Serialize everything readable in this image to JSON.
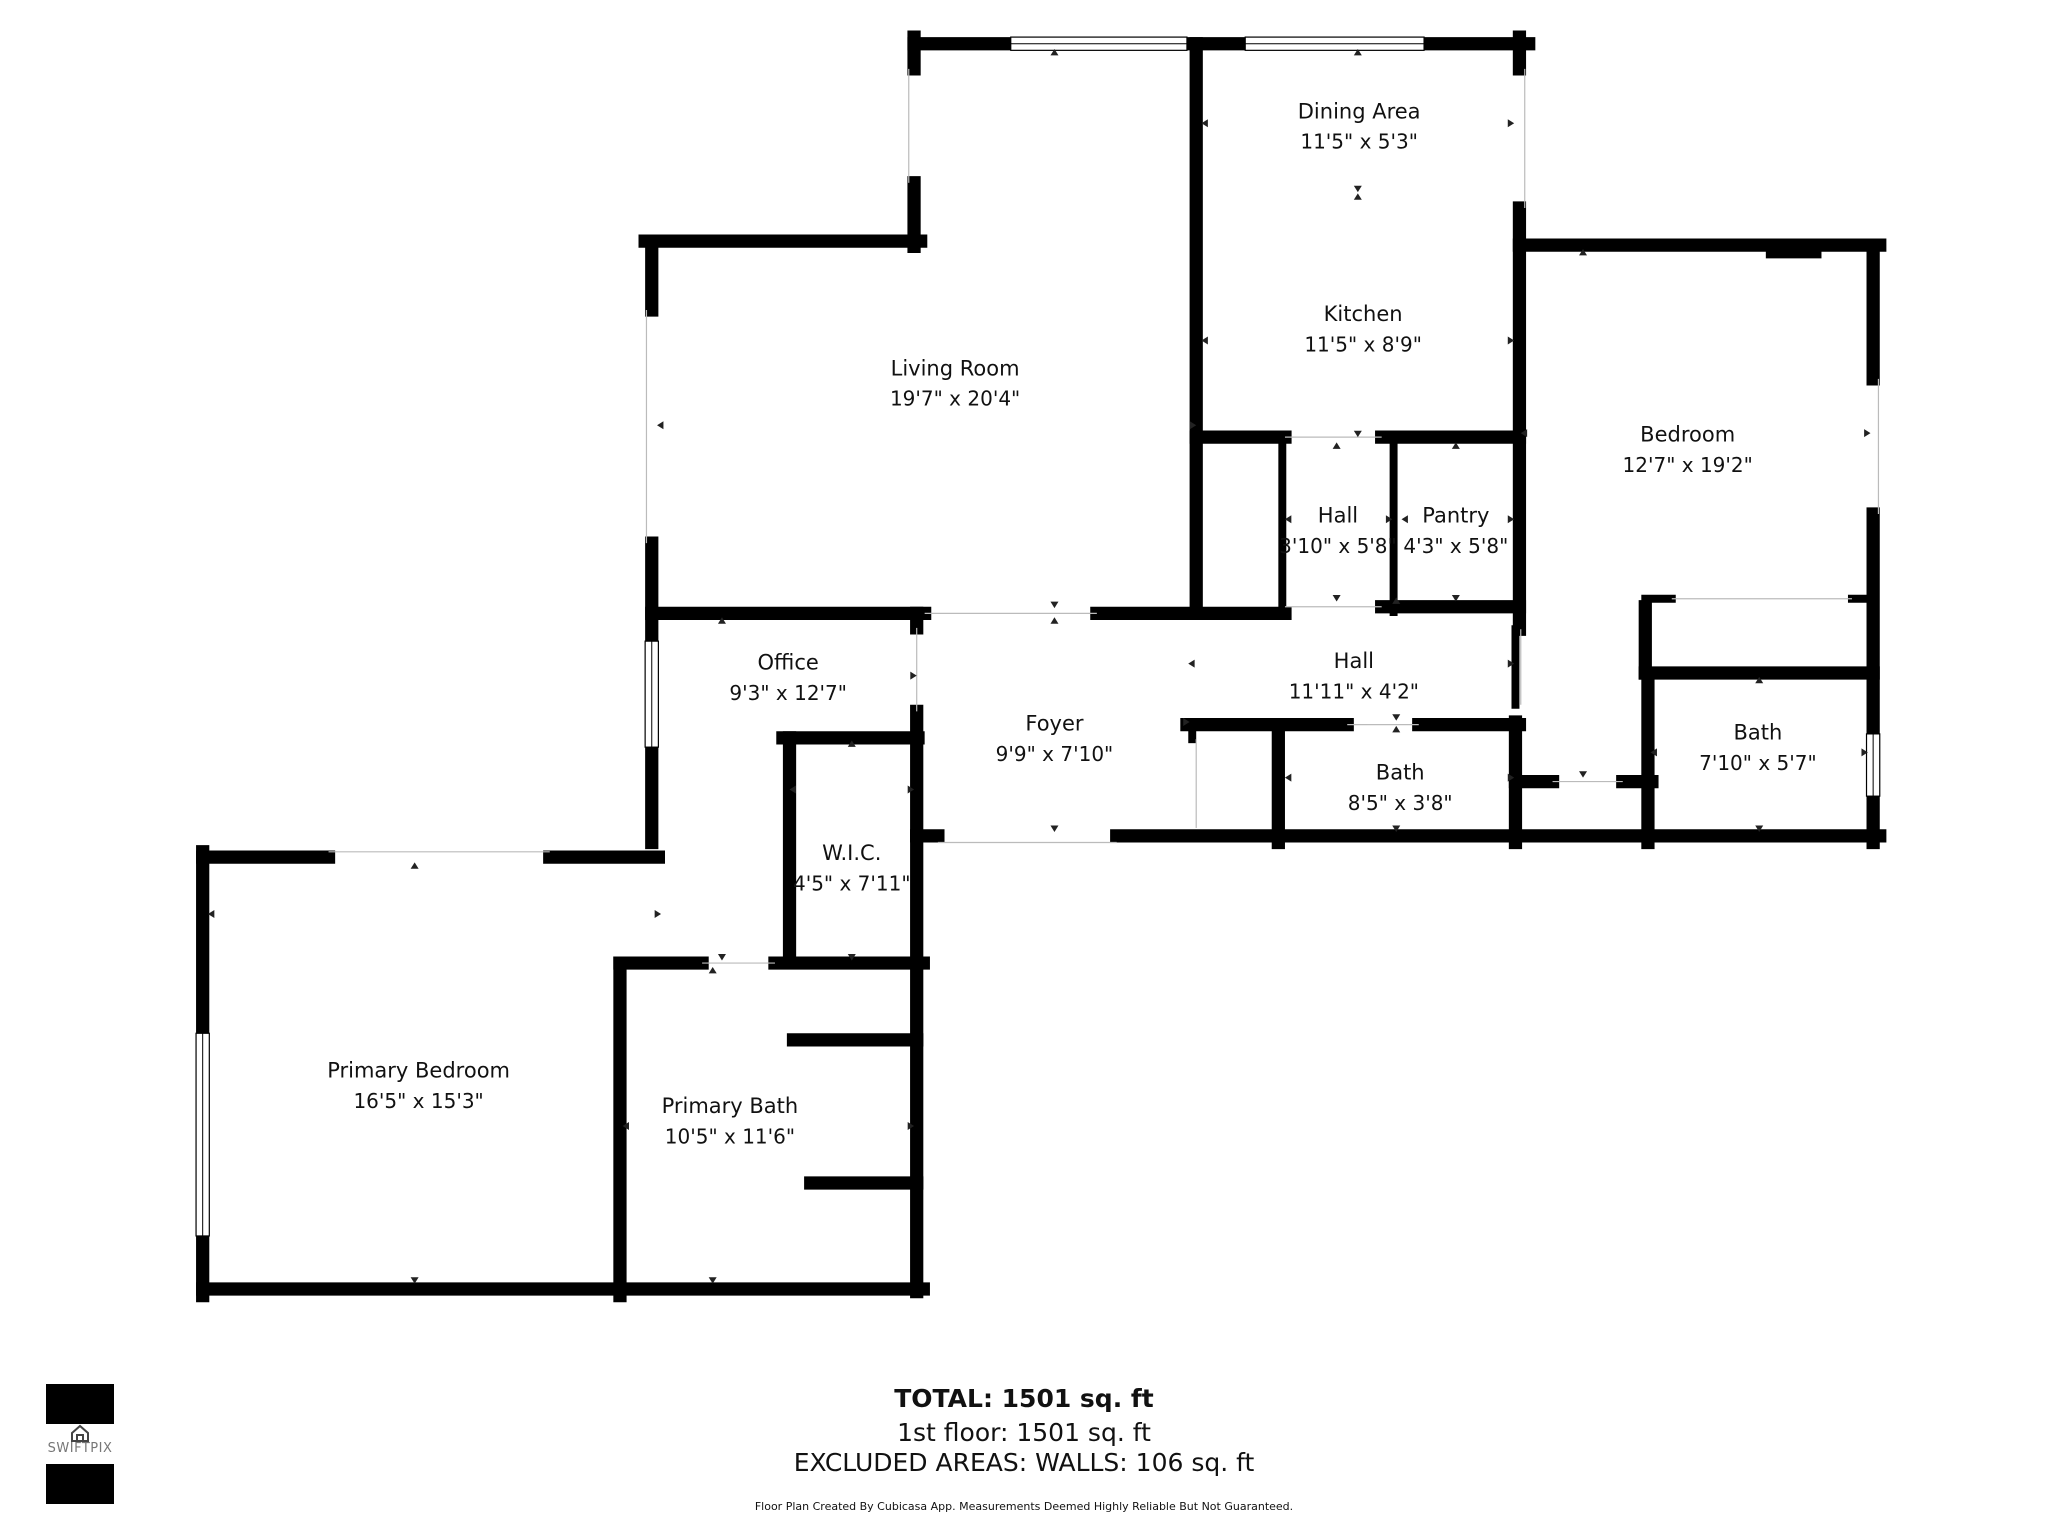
{
  "rooms": [
    {
      "id": "dining-area",
      "name": "Dining Area",
      "dims": "11'5\" x 5'3\""
    },
    {
      "id": "kitchen",
      "name": "Kitchen",
      "dims": "11'5\" x 8'9\""
    },
    {
      "id": "living-room",
      "name": "Living Room",
      "dims": "19'7\" x 20'4\""
    },
    {
      "id": "bedroom",
      "name": "Bedroom",
      "dims": "12'7\" x 19'2\""
    },
    {
      "id": "hall-north",
      "name": "Hall",
      "dims": "3'10\" x 5'8\""
    },
    {
      "id": "pantry",
      "name": "Pantry",
      "dims": "4'3\" x 5'8\""
    },
    {
      "id": "office",
      "name": "Office",
      "dims": "9'3\" x 12'7\""
    },
    {
      "id": "hall-central",
      "name": "Hall",
      "dims": "11'11\" x 4'2\""
    },
    {
      "id": "foyer",
      "name": "Foyer",
      "dims": "9'9\" x 7'10\""
    },
    {
      "id": "bath-hall",
      "name": "Bath",
      "dims": "8'5\" x 3'8\""
    },
    {
      "id": "bath-bedroom",
      "name": "Bath",
      "dims": "7'10\" x 5'7\""
    },
    {
      "id": "wic",
      "name": "W.I.C.",
      "dims": "4'5\" x 7'11\""
    },
    {
      "id": "primary-bedroom",
      "name": "Primary Bedroom",
      "dims": "16'5\" x 15'3\""
    },
    {
      "id": "primary-bath",
      "name": "Primary Bath",
      "dims": "10'5\" x 11'6\""
    }
  ],
  "summary": {
    "total": "TOTAL: 1501 sq. ft",
    "floor": "1st floor: 1501 sq. ft",
    "excluded": "EXCLUDED AREAS: WALLS: 106 sq. ft",
    "disclaimer": "Floor Plan Created By Cubicasa App. Measurements Deemed Highly Reliable But Not Guaranteed."
  },
  "logo": {
    "text": "SWIFTPIX"
  }
}
